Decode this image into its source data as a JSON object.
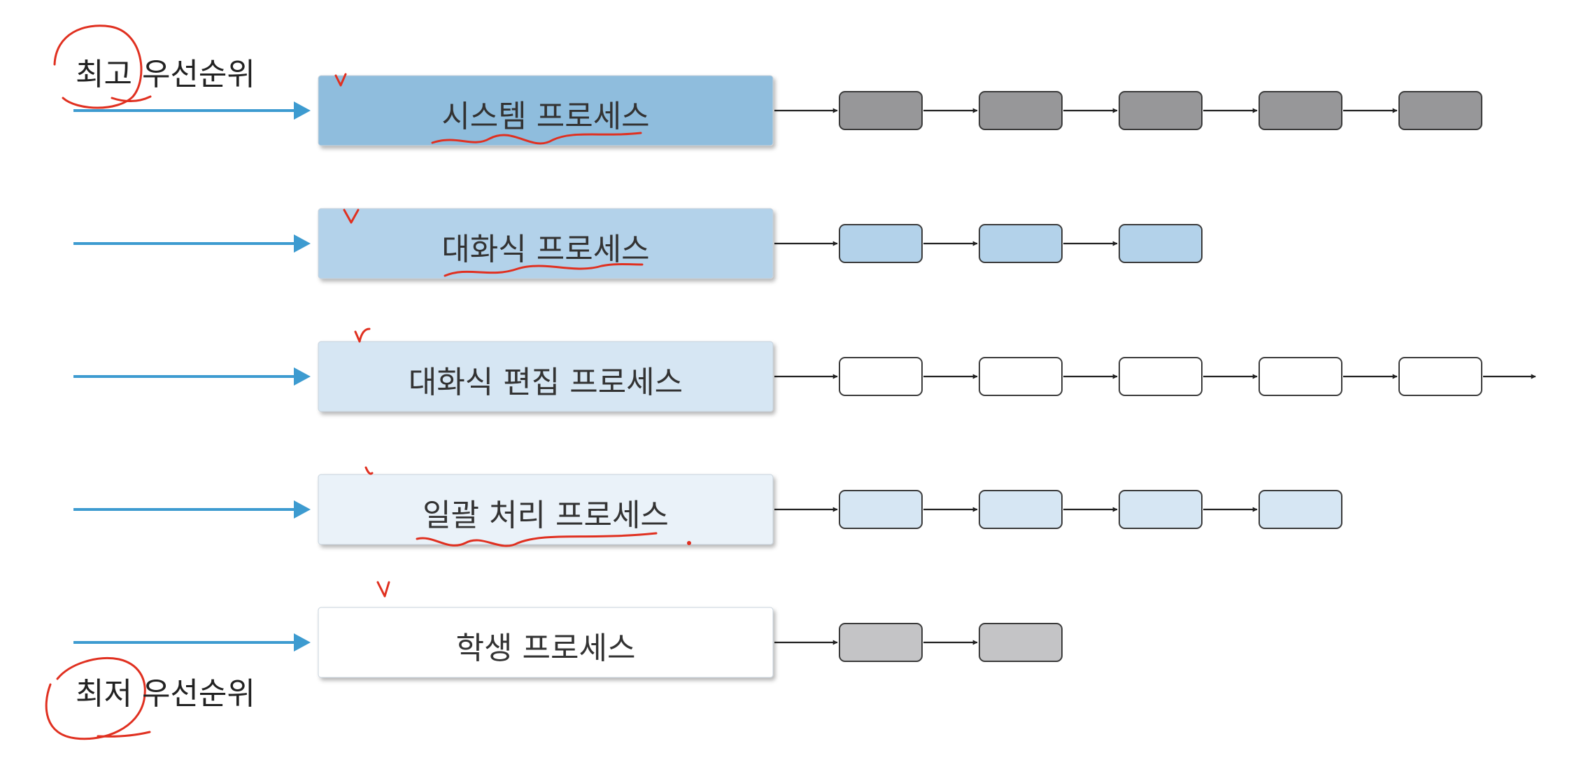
{
  "priority": {
    "highest": "최고 우선순위",
    "lowest": "최저 우선순위"
  },
  "queues": [
    {
      "label": "시스템 프로세스",
      "fill": "#8fbddd",
      "job_count": 5,
      "job_fill": "#979799",
      "trailing_arrow": false
    },
    {
      "label": "대화식 프로세스",
      "fill": "#b3d2ea",
      "job_count": 3,
      "job_fill": "#b3d2ea",
      "trailing_arrow": false
    },
    {
      "label": "대화식 편집 프로세스",
      "fill": "#d6e6f3",
      "job_count": 5,
      "job_fill": "#ffffff",
      "trailing_arrow": true
    },
    {
      "label": "일괄 처리 프로세스",
      "fill": "#eaf2f9",
      "job_count": 4,
      "job_fill": "#d6e6f3",
      "trailing_arrow": false
    },
    {
      "label": "학생 프로세스",
      "fill": "#ffffff",
      "job_count": 2,
      "job_fill": "#c4c4c6",
      "trailing_arrow": false
    }
  ],
  "colors": {
    "entry_arrow": "#3d9bd0",
    "link_arrow": "#222222",
    "annotation": "#e03020"
  }
}
